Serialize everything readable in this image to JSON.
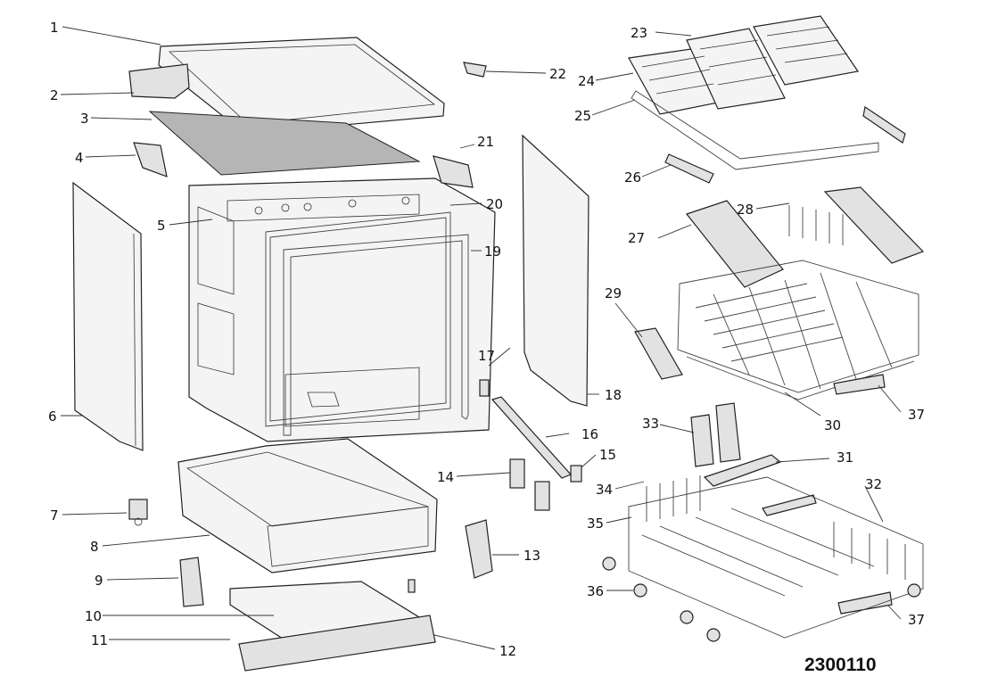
{
  "diagram": {
    "document_number": "2300110",
    "callouts": [
      "1",
      "2",
      "3",
      "4",
      "5",
      "6",
      "7",
      "8",
      "9",
      "10",
      "11",
      "12",
      "13",
      "14",
      "15",
      "16",
      "17",
      "18",
      "19",
      "20",
      "21",
      "22",
      "23",
      "24",
      "25",
      "26",
      "27",
      "28",
      "29",
      "30",
      "31",
      "32",
      "33",
      "34",
      "35",
      "36",
      "37",
      "37"
    ]
  }
}
